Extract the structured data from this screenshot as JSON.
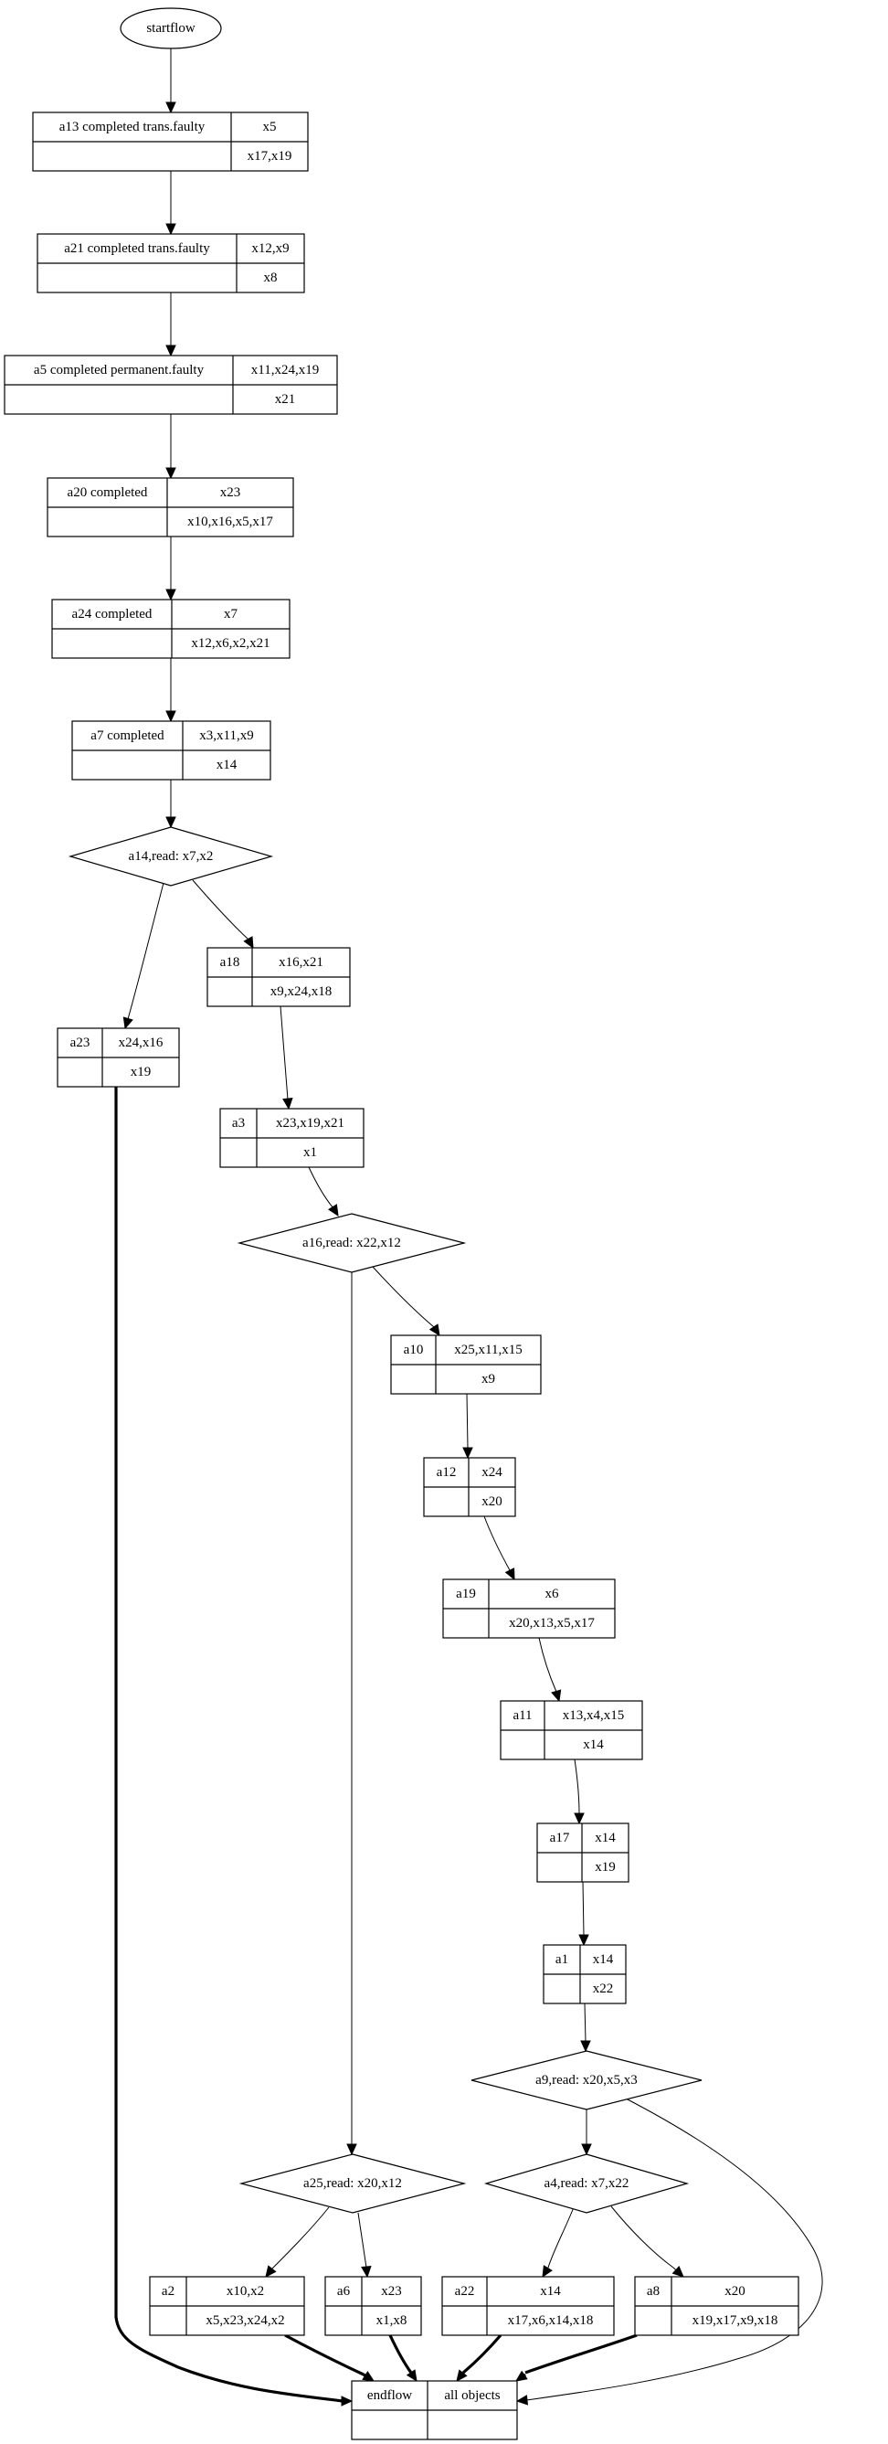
{
  "diagram": {
    "start": {
      "id": "startflow",
      "label": "startflow"
    },
    "end": {
      "id": "endflow",
      "label": "endflow",
      "objects": "all objects",
      "bottom_left": "",
      "bottom_right": ""
    },
    "activities": [
      {
        "id": "a13",
        "label": "a13 completed trans.faulty",
        "top": "x5",
        "bottom": "x17,x19"
      },
      {
        "id": "a21",
        "label": "a21 completed trans.faulty",
        "top": "x12,x9",
        "bottom": "x8"
      },
      {
        "id": "a5",
        "label": "a5 completed permanent.faulty",
        "top": "x11,x24,x19",
        "bottom": "x21"
      },
      {
        "id": "a20",
        "label": "a20 completed",
        "top": "x23",
        "bottom": "x10,x16,x5,x17"
      },
      {
        "id": "a24",
        "label": "a24 completed",
        "top": "x7",
        "bottom": "x12,x6,x2,x21"
      },
      {
        "id": "a7",
        "label": "a7 completed",
        "top": "x3,x11,x9",
        "bottom": "x14"
      },
      {
        "id": "a18",
        "label": "a18",
        "top": "x16,x21",
        "bottom": "x9,x24,x18"
      },
      {
        "id": "a23",
        "label": "a23",
        "top": "x24,x16",
        "bottom": "x19"
      },
      {
        "id": "a3",
        "label": "a3",
        "top": "x23,x19,x21",
        "bottom": "x1"
      },
      {
        "id": "a10",
        "label": "a10",
        "top": "x25,x11,x15",
        "bottom": "x9"
      },
      {
        "id": "a12",
        "label": "a12",
        "top": "x24",
        "bottom": "x20"
      },
      {
        "id": "a19",
        "label": "a19",
        "top": "x6",
        "bottom": "x20,x13,x5,x17"
      },
      {
        "id": "a11",
        "label": "a11",
        "top": "x13,x4,x15",
        "bottom": "x14"
      },
      {
        "id": "a17",
        "label": "a17",
        "top": "x14",
        "bottom": "x19"
      },
      {
        "id": "a1",
        "label": "a1",
        "top": "x14",
        "bottom": "x22"
      },
      {
        "id": "a2",
        "label": "a2",
        "top": "x10,x2",
        "bottom": "x5,x23,x24,x2"
      },
      {
        "id": "a6",
        "label": "a6",
        "top": "x23",
        "bottom": "x1,x8"
      },
      {
        "id": "a22",
        "label": "a22",
        "top": "x14",
        "bottom": "x17,x6,x14,x18"
      },
      {
        "id": "a8",
        "label": "a8",
        "top": "x20",
        "bottom": "x19,x17,x9,x18"
      }
    ],
    "decisions": [
      {
        "id": "a14",
        "label": "a14,read: x7,x2"
      },
      {
        "id": "a16",
        "label": "a16,read: x22,x12"
      },
      {
        "id": "a9",
        "label": "a9,read: x20,x5,x3"
      },
      {
        "id": "a25",
        "label": "a25,read: x20,x12"
      },
      {
        "id": "a4",
        "label": "a4,read: x7,x22"
      }
    ],
    "edges": [
      {
        "from": "startflow",
        "to": "a13",
        "style": "normal"
      },
      {
        "from": "a13",
        "to": "a21",
        "style": "normal"
      },
      {
        "from": "a21",
        "to": "a5",
        "style": "normal"
      },
      {
        "from": "a5",
        "to": "a20",
        "style": "normal"
      },
      {
        "from": "a20",
        "to": "a24",
        "style": "normal"
      },
      {
        "from": "a24",
        "to": "a7",
        "style": "normal"
      },
      {
        "from": "a7",
        "to": "a14",
        "style": "normal"
      },
      {
        "from": "a14",
        "to": "a23",
        "style": "normal"
      },
      {
        "from": "a14",
        "to": "a18",
        "style": "normal"
      },
      {
        "from": "a18",
        "to": "a3",
        "style": "normal"
      },
      {
        "from": "a3",
        "to": "a16",
        "style": "normal"
      },
      {
        "from": "a16",
        "to": "a10",
        "style": "normal"
      },
      {
        "from": "a16",
        "to": "a25",
        "style": "normal"
      },
      {
        "from": "a10",
        "to": "a12",
        "style": "normal"
      },
      {
        "from": "a12",
        "to": "a19",
        "style": "normal"
      },
      {
        "from": "a19",
        "to": "a11",
        "style": "normal"
      },
      {
        "from": "a11",
        "to": "a17",
        "style": "normal"
      },
      {
        "from": "a17",
        "to": "a1",
        "style": "normal"
      },
      {
        "from": "a1",
        "to": "a9",
        "style": "normal"
      },
      {
        "from": "a9",
        "to": "a4",
        "style": "normal"
      },
      {
        "from": "a9",
        "to": "endflow",
        "style": "normal"
      },
      {
        "from": "a25",
        "to": "a2",
        "style": "normal"
      },
      {
        "from": "a25",
        "to": "a6",
        "style": "normal"
      },
      {
        "from": "a4",
        "to": "a22",
        "style": "normal"
      },
      {
        "from": "a4",
        "to": "a8",
        "style": "normal"
      },
      {
        "from": "a23",
        "to": "endflow",
        "style": "bold"
      },
      {
        "from": "a2",
        "to": "endflow",
        "style": "bold"
      },
      {
        "from": "a6",
        "to": "endflow",
        "style": "bold"
      },
      {
        "from": "a22",
        "to": "endflow",
        "style": "bold"
      },
      {
        "from": "a8",
        "to": "endflow",
        "style": "bold"
      }
    ]
  }
}
